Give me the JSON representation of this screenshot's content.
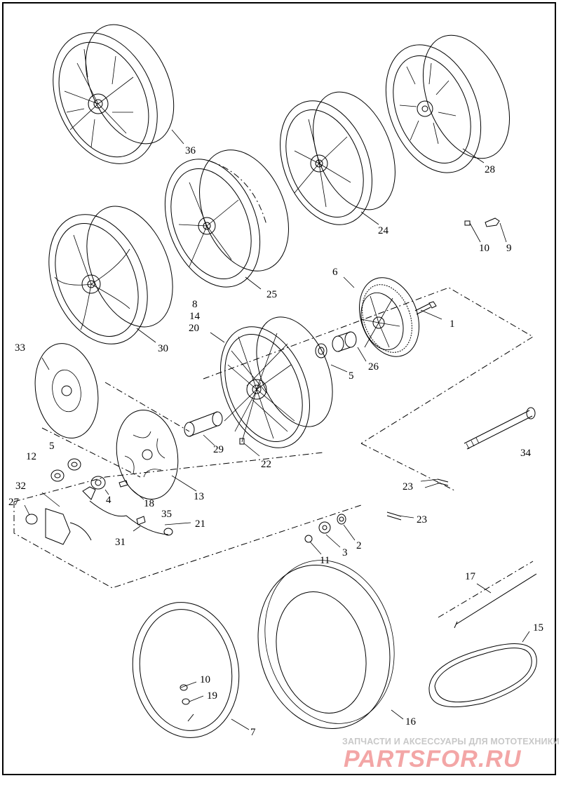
{
  "diagram": {
    "callouts": {
      "c1": "1",
      "c2": "2",
      "c3": "3",
      "c4": "4",
      "c5a": "5",
      "c5b": "5",
      "c6": "6",
      "c7": "7",
      "c8": "8",
      "c9": "9",
      "c10a": "10",
      "c10b": "10",
      "c11": "11",
      "c12": "12",
      "c13": "13",
      "c14": "14",
      "c15": "15",
      "c16": "16",
      "c17": "17",
      "c18": "18",
      "c19": "19",
      "c20": "20",
      "c21": "21",
      "c22": "22",
      "c23a": "23",
      "c23b": "23",
      "c24": "24",
      "c25": "25",
      "c26": "26",
      "c27": "27",
      "c28": "28",
      "c29": "29",
      "c30": "30",
      "c31": "31",
      "c32": "32",
      "c33": "33",
      "c34": "34",
      "c35": "35",
      "c36": "36"
    }
  },
  "watermark": {
    "subtitle": "ЗАПЧАСТИ И АКСЕССУАРЫ ДЛЯ МОТОТЕХНИКИ",
    "logo": "PARTSFOR.RU",
    "color": "#f3a6a6"
  }
}
